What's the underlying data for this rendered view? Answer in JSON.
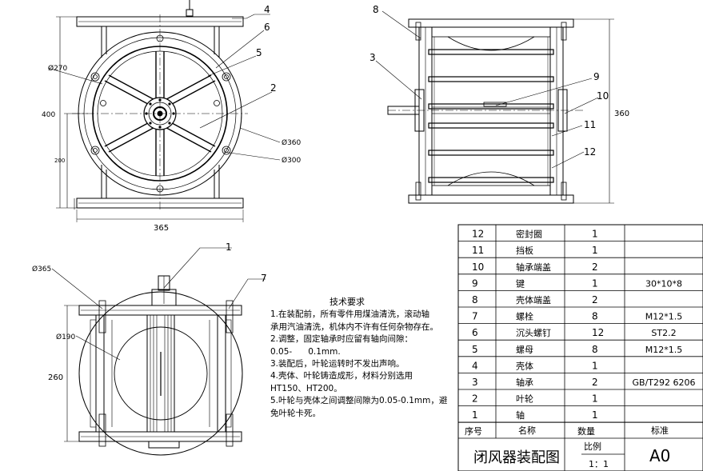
{
  "front_view": {
    "dims": {
      "d270": "Ø270",
      "h400": "400",
      "h200": "200",
      "d360": "Ø360",
      "d300": "Ø300",
      "w365": "365"
    },
    "callouts": [
      "4",
      "6",
      "5",
      "2"
    ]
  },
  "side_view": {
    "dims": {
      "h360": "360"
    },
    "callouts": [
      "8",
      "3",
      "9",
      "10",
      "11",
      "12"
    ]
  },
  "bottom_view": {
    "dims": {
      "d365": "Ø365",
      "d190": "Ø190",
      "h260": "260"
    },
    "callouts": [
      "1",
      "7"
    ]
  },
  "tech_notes": {
    "title": "技术要求",
    "lines": [
      "1.在装配前，所有零件用煤油清洗，滚动轴",
      "承用汽油清洗，机体内不许有任何杂物存在。",
      "2.调整，固定轴承时应留有轴向间隙：",
      "0.05-      0.1mm.",
      "3.装配后，叶轮运转时不发出声响。",
      "4.壳体、叶轮铸造成形，材料分别选用",
      "HT150、HT200。",
      "5.叶轮与壳体之间调整间隙为0.05-0.1mm，避",
      "免叶轮卡死。"
    ]
  },
  "parts_table": {
    "rows": [
      {
        "no": "12",
        "name": "密封圈",
        "qty": "1",
        "std": ""
      },
      {
        "no": "11",
        "name": "挡板",
        "qty": "1",
        "std": ""
      },
      {
        "no": "10",
        "name": "轴承端盖",
        "qty": "2",
        "std": ""
      },
      {
        "no": "9",
        "name": "键",
        "qty": "1",
        "std": "30*10*8"
      },
      {
        "no": "8",
        "name": "壳体端盖",
        "qty": "2",
        "std": ""
      },
      {
        "no": "7",
        "name": "螺栓",
        "qty": "8",
        "std": "M12*1.5"
      },
      {
        "no": "6",
        "name": "沉头螺钉",
        "qty": "12",
        "std": "ST2.2"
      },
      {
        "no": "5",
        "name": "螺母",
        "qty": "8",
        "std": "M12*1.5"
      },
      {
        "no": "4",
        "name": "壳体",
        "qty": "1",
        "std": ""
      },
      {
        "no": "3",
        "name": "轴承",
        "qty": "2",
        "std": "GB/T292 6206"
      },
      {
        "no": "2",
        "name": "叶轮",
        "qty": "1",
        "std": ""
      },
      {
        "no": "1",
        "name": "轴",
        "qty": "1",
        "std": ""
      }
    ],
    "header": {
      "no": "序号",
      "name": "名称",
      "qty": "数量",
      "std": "标准"
    },
    "title": "闭风器装配图",
    "scale_label": "比例",
    "scale_value": "1：1",
    "sheet": "A0"
  }
}
